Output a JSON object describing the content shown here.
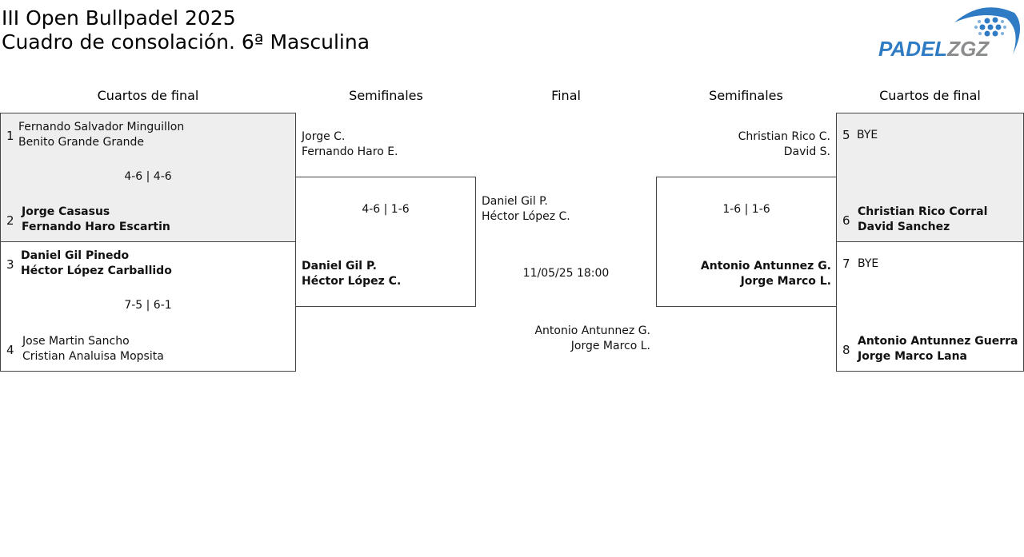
{
  "title_line1": "III Open Bullpadel 2025",
  "title_line2": "Cuadro de consolación. 6ª Masculina",
  "logo_text": "PADELZGZ",
  "rounds": {
    "qf_left": "Cuartos de final",
    "sf_left": "Semifinales",
    "final": "Final",
    "sf_right": "Semifinales",
    "qf_right": "Cuartos de final"
  },
  "qf_left": [
    {
      "seed1": "1",
      "p1a": "Fernando Salvador Minguillon",
      "p1b": "Benito Grande Grande",
      "score": "4-6 | 4-6",
      "seed2": "2",
      "p2a": "Jorge Casasus",
      "p2b": "Fernando Haro Escartin"
    },
    {
      "seed1": "3",
      "p1a": "Daniel Gil Pinedo",
      "p1b": "Héctor López Carballido",
      "score": "7-5 | 6-1",
      "seed2": "4",
      "p2a": "Jose Martin Sancho",
      "p2b": "Cristian Analuisa Mopsita"
    }
  ],
  "sf_left": {
    "t1a": "Jorge C.",
    "t1b": "Fernando Haro E.",
    "score": "4-6 | 1-6",
    "t2a": "Daniel Gil P.",
    "t2b": "Héctor López C."
  },
  "final": {
    "t1a": "Daniel Gil P.",
    "t1b": "Héctor López C.",
    "datetime": "11/05/25 18:00",
    "t2a": "Antonio Antunnez G.",
    "t2b": "Jorge Marco L."
  },
  "sf_right": {
    "t1a": "Christian Rico C.",
    "t1b": "David S.",
    "score": "1-6 | 1-6",
    "t2a": "Antonio Antunnez G.",
    "t2b": "Jorge Marco L."
  },
  "qf_right": [
    {
      "seed1": "5",
      "p1a": "BYE",
      "seed2": "6",
      "p2a": "Christian Rico Corral",
      "p2b": "David Sanchez"
    },
    {
      "seed1": "7",
      "p1a": "BYE",
      "seed2": "8",
      "p2a": "Antonio Antunnez Guerra",
      "p2b": "Jorge Marco Lana"
    }
  ]
}
